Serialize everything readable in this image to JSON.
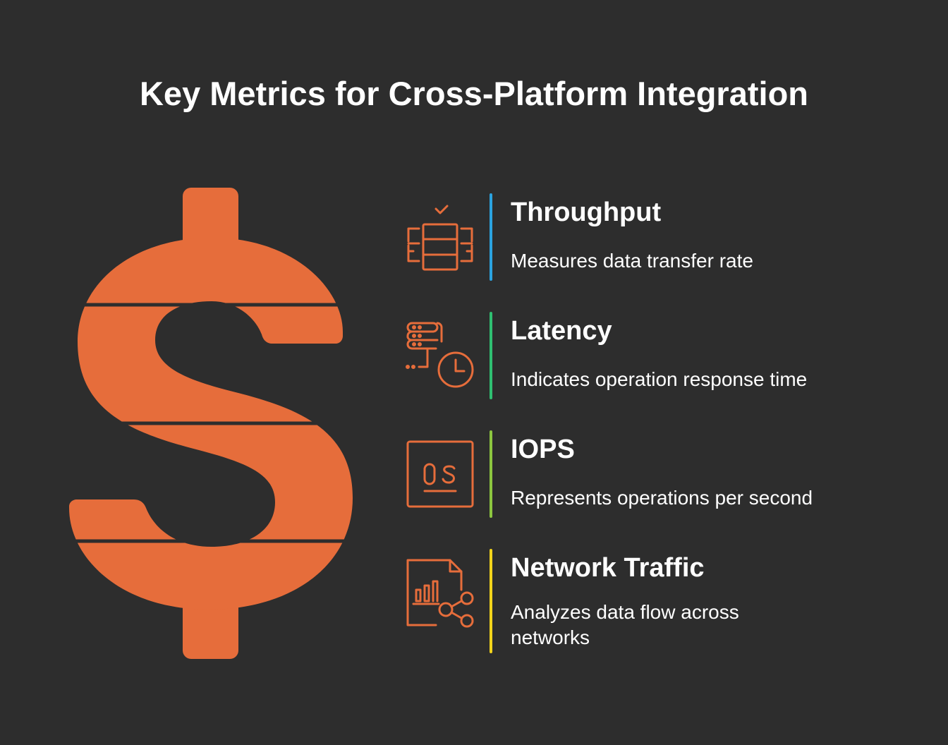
{
  "title": "Key Metrics for Cross-Platform Integration",
  "main_graphic": {
    "icon": "dollar-sign-icon",
    "color": "#e66d3b"
  },
  "accent_color": "#e66d3b",
  "metrics": [
    {
      "label": "Throughput",
      "description": "Measures data transfer rate",
      "icon": "database-server-check-icon",
      "bar_color": "#2ba3e0"
    },
    {
      "label": "Latency",
      "description": "Indicates operation response time",
      "icon": "server-clock-icon",
      "bar_color": "#2fbf71"
    },
    {
      "label": "IOPS",
      "description": "Represents operations per second",
      "icon": "operations-per-second-icon",
      "bar_color": "#8cc63f"
    },
    {
      "label": "Network Traffic",
      "description": "Analyzes data flow across networks",
      "icon": "network-chart-share-icon",
      "bar_color": "#f2d31b"
    }
  ]
}
